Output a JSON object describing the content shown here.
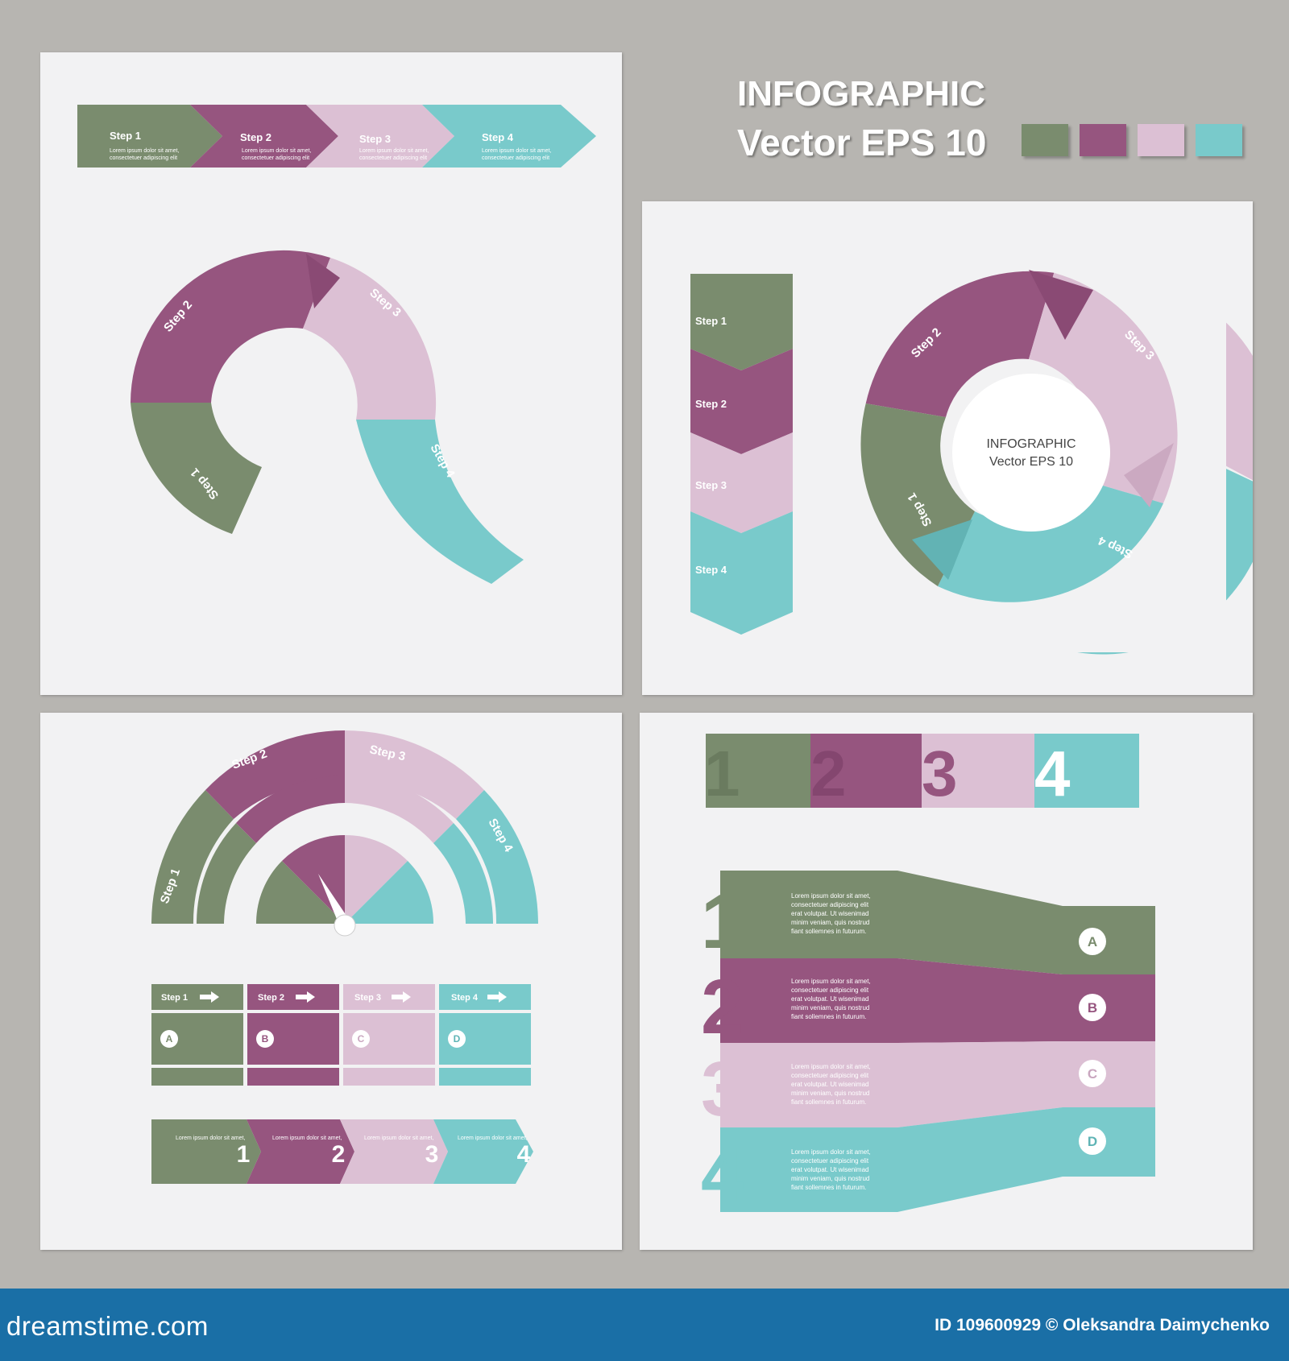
{
  "header": {
    "line1": "INFOGRAPHIC",
    "line2": "Vector EPS 10"
  },
  "colors": {
    "green": "#7a8c6e",
    "purple": "#96557f",
    "pink": "#dcc0d4",
    "teal": "#79cacb",
    "background": "#b7b5b1",
    "panel": "#f2f2f3",
    "footer": "#1a6fa6"
  },
  "steps": [
    "Step 1",
    "Step 2",
    "Step 3",
    "Step 4"
  ],
  "numbers": [
    "1",
    "2",
    "3",
    "4"
  ],
  "letters": [
    "A",
    "B",
    "C",
    "D"
  ],
  "lorem": {
    "l1": "Lorem ipsum dolor sit amet,",
    "l2": "consectetuer adipiscing elit",
    "l3": "erat volutpat. Ut wisenimad",
    "l4": "minim veniam, quis nostrud",
    "l5": "fiant sollemnes in futurum."
  },
  "center": {
    "line1": "INFOGRAPHIC",
    "line2": "Vector EPS 10"
  },
  "footer": {
    "logo": "dreamstime.com",
    "credit": "ID 109600929 © Oleksandra Daimychenko"
  }
}
